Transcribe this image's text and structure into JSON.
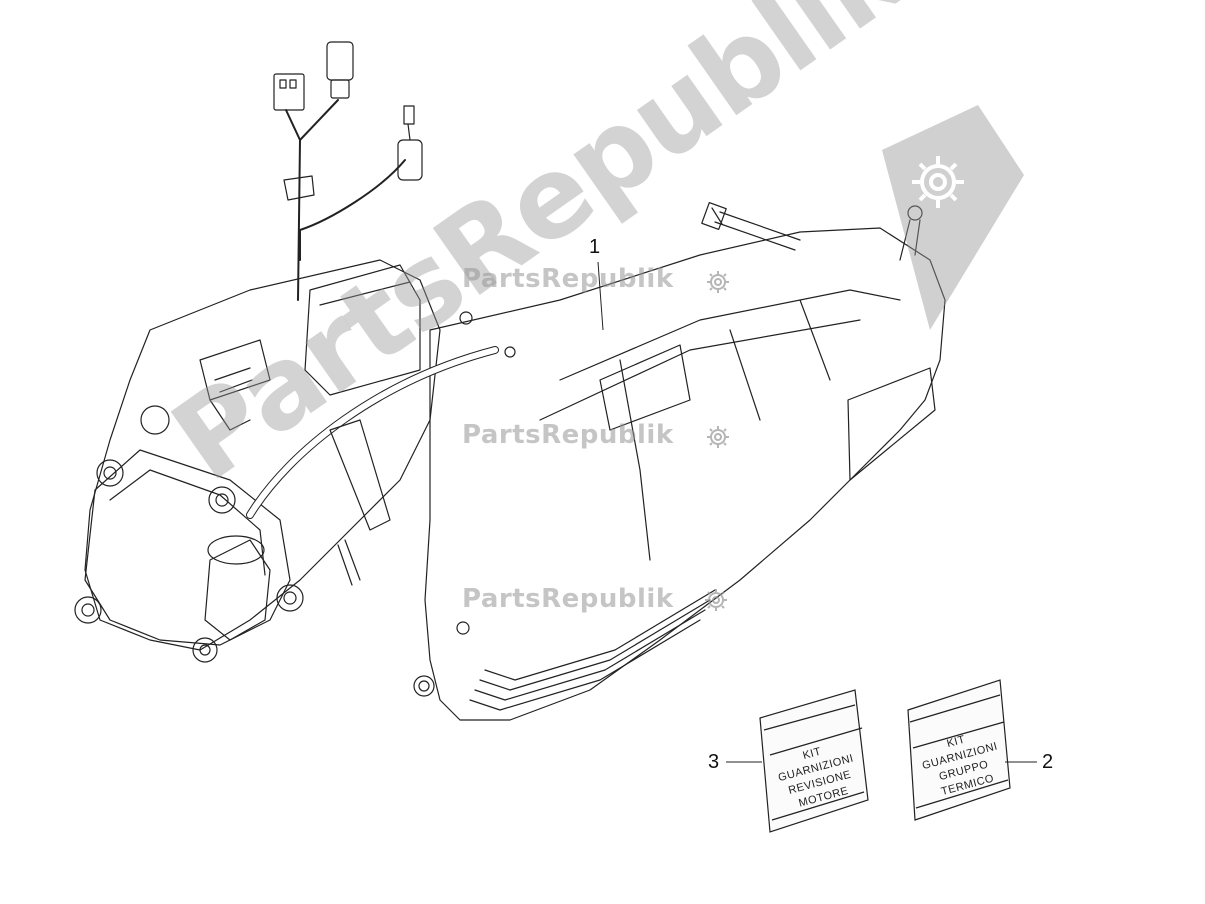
{
  "watermark": {
    "brand": "PartsRepublik",
    "big": "PartsRepublik",
    "gear_icon": "gear-icon",
    "color": "#969696"
  },
  "callouts": {
    "engine": "1",
    "kit_thermal": "2",
    "kit_overhaul": "3"
  },
  "kit_overhaul": {
    "line1": "KIT",
    "line2": "GUARNIZIONI",
    "line3": "REVISIONE",
    "line4": "MOTORE"
  },
  "kit_thermal": {
    "line1": "KIT",
    "line2": "GUARNIZIONI",
    "line3": "GRUPPO",
    "line4": "TERMICO"
  }
}
